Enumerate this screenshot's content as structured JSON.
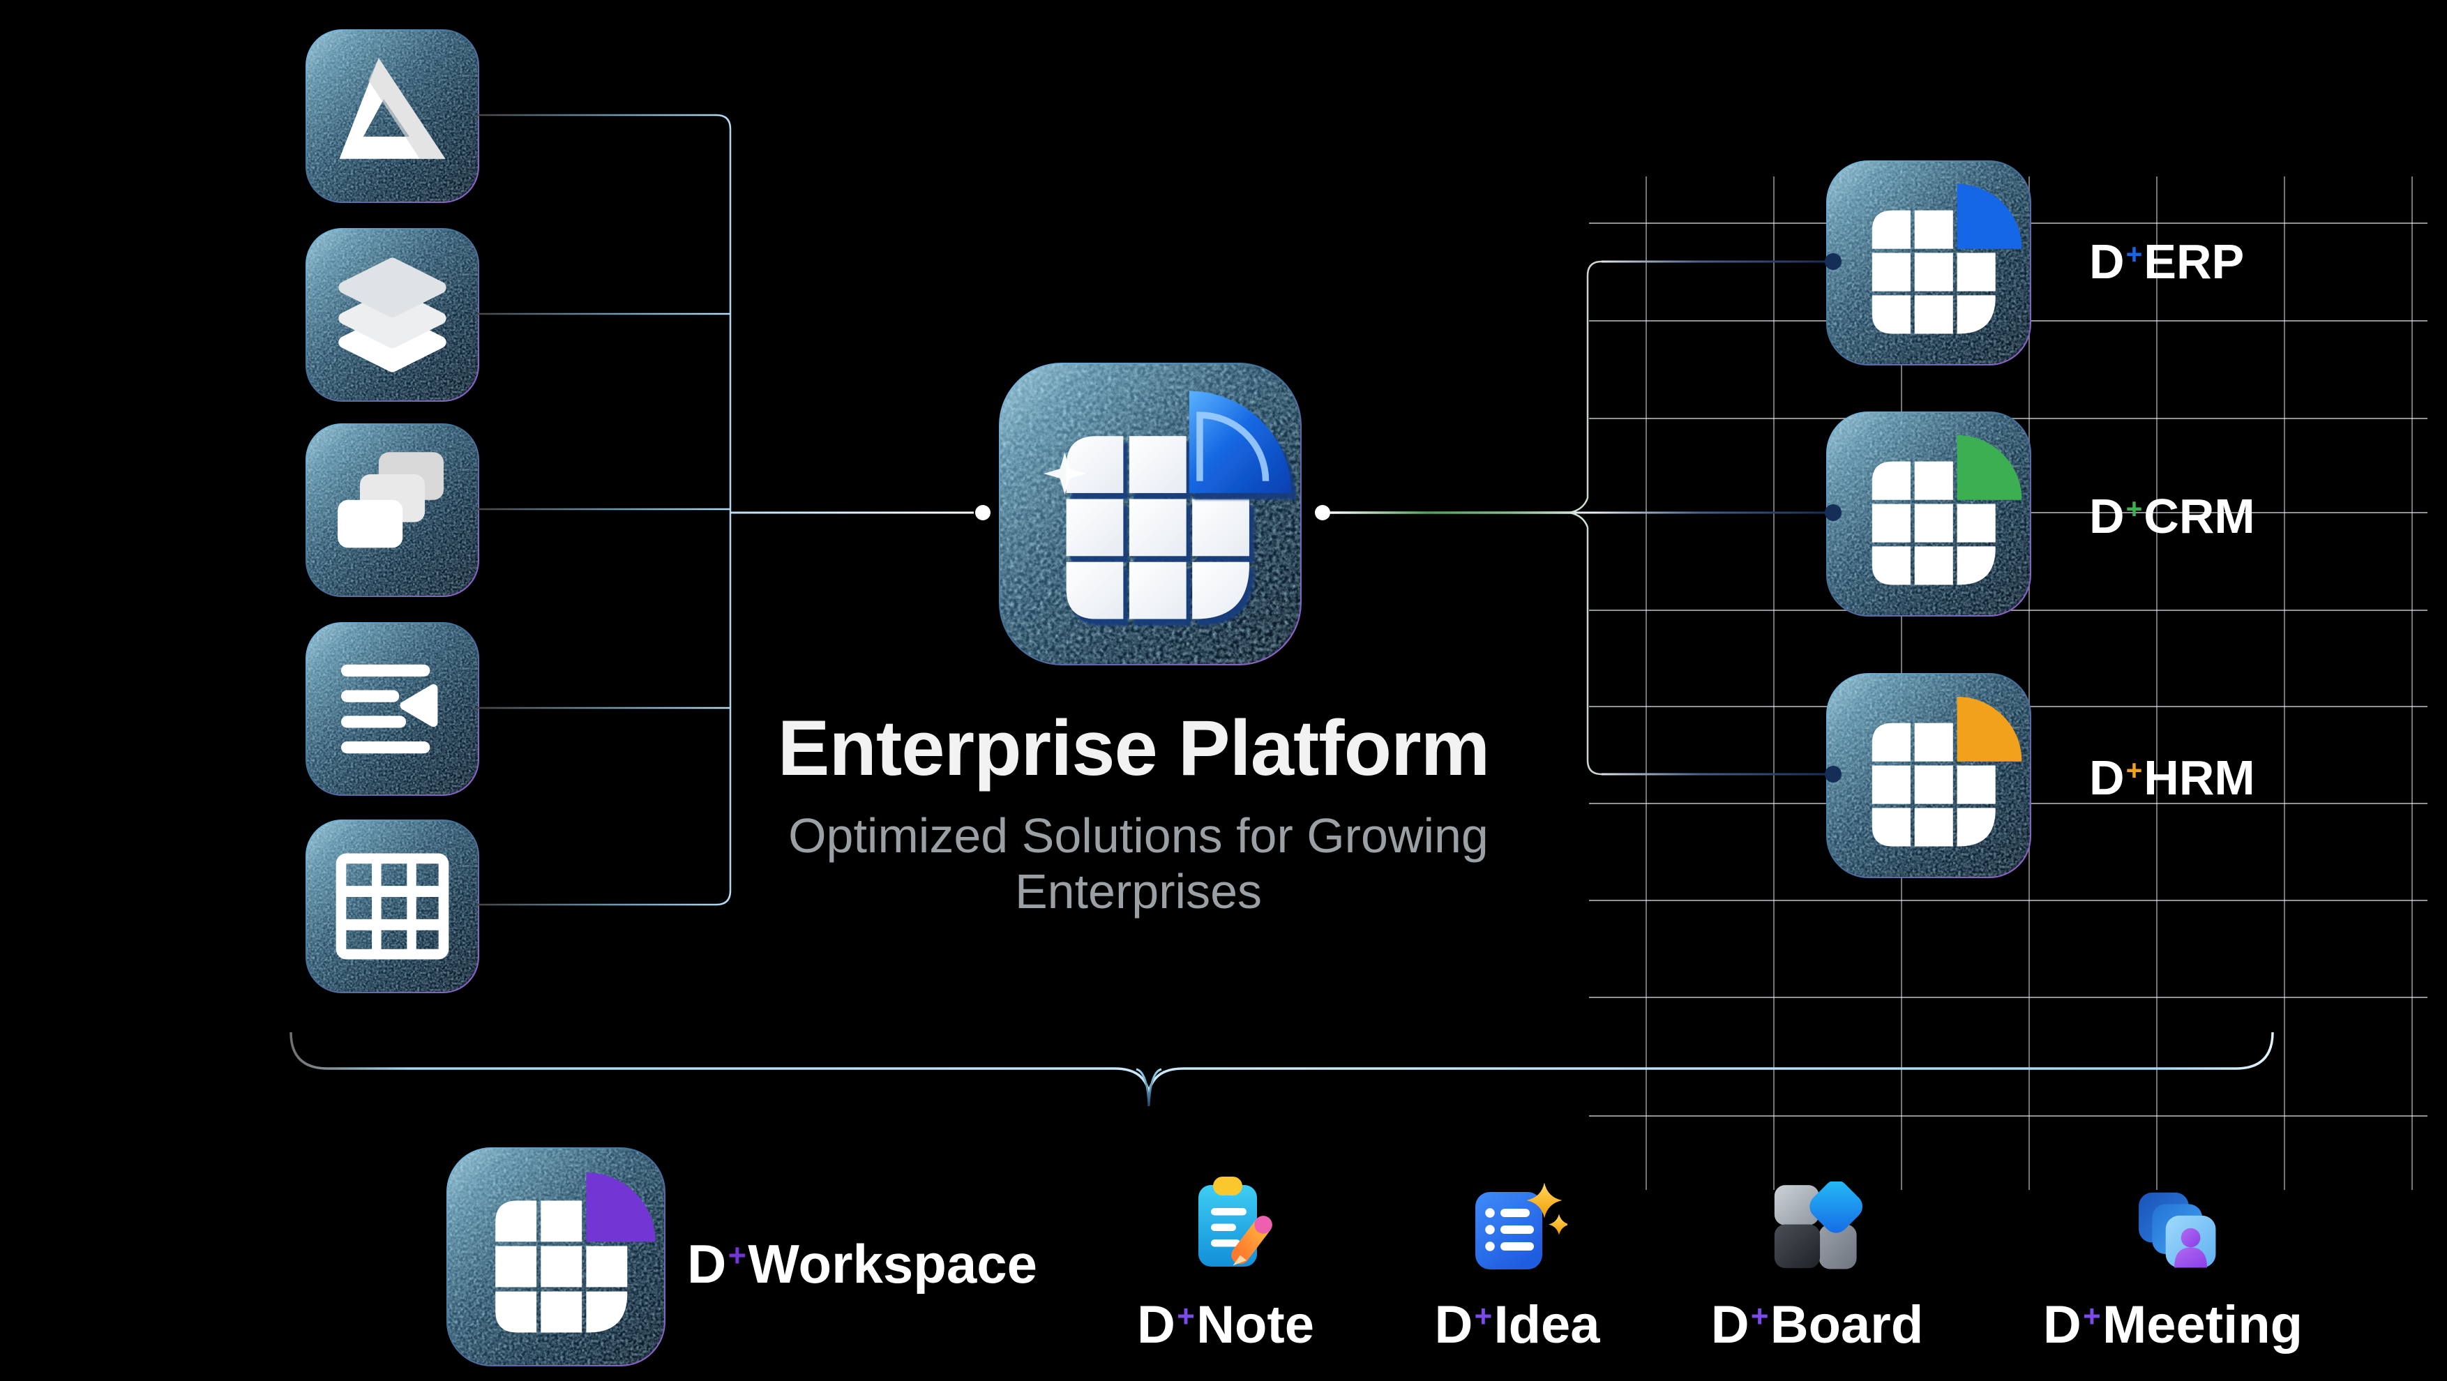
{
  "platform": {
    "title": "Enterprise Platform",
    "subtitle": "Optimized Solutions for Growing Enterprises",
    "icon": "enterprise-platform-grid-icon",
    "accent": "#1567e8"
  },
  "sources": [
    {
      "icon": "drive-triangle-icon"
    },
    {
      "icon": "stacked-layers-icon"
    },
    {
      "icon": "overlapping-cards-icon"
    },
    {
      "icon": "list-cursor-icon"
    },
    {
      "icon": "table-grid-icon"
    }
  ],
  "products": [
    {
      "prefix": "D",
      "plus": "+",
      "name": "ERP",
      "accent": "#1567e8"
    },
    {
      "prefix": "D",
      "plus": "+",
      "name": "CRM",
      "accent": "#3caf53"
    },
    {
      "prefix": "D",
      "plus": "+",
      "name": "HRM",
      "accent": "#f2a11c"
    }
  ],
  "workspace": {
    "prefix": "D",
    "plus": "+",
    "name": "Workspace",
    "accent": "#7136d3"
  },
  "apps": [
    {
      "prefix": "D",
      "plus": "+",
      "name": "Note",
      "accent": "#7b4be8",
      "icon": "note-clipboard-icon"
    },
    {
      "prefix": "D",
      "plus": "+",
      "name": "Idea",
      "accent": "#7b4be8",
      "icon": "idea-list-sparkle-icon"
    },
    {
      "prefix": "D",
      "plus": "+",
      "name": "Board",
      "accent": "#7b4be8",
      "icon": "board-shapes-icon"
    },
    {
      "prefix": "D",
      "plus": "+",
      "name": "Meeting",
      "accent": "#7b4be8",
      "icon": "meeting-stack-avatar-icon"
    }
  ],
  "colors": {
    "grid_line": "#e8eef2",
    "left_line": "#b5def6",
    "main_line_green": "#4aa455",
    "stub_navy": "#152e58",
    "brace_blue": "#a5d9f4"
  }
}
